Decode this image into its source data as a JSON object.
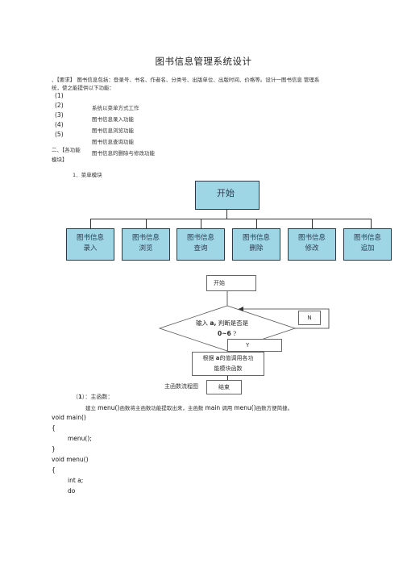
{
  "title": "图书信息管理系统设计",
  "requirement": {
    "line1": "、【要求】 图书信息包括：登录号、书名、作者名、分类号、出版单位、出版时间、价格等。设计一图书信息 管理系",
    "line2": "统，使之能提供以下功能："
  },
  "numbers": [
    "(1)",
    "(2)",
    "(3)",
    "(4)",
    "(5)"
  ],
  "features": [
    "系统以菜单方式工作",
    "图书信息录入功能",
    "图书信息浏览功能",
    "图书信息查询功能",
    "图书信息的删除与修改功能"
  ],
  "section2": {
    "line1": "二、【各功能",
    "line2": "模块】"
  },
  "menu_module_label": "1．菜单模块",
  "tree": {
    "root": "开始",
    "children": [
      [
        "图书信息",
        "录入"
      ],
      [
        "图书信息",
        "浏览"
      ],
      [
        "图书信息",
        "查询"
      ],
      [
        "图书信息",
        "删除"
      ],
      [
        "图书信息",
        "修改"
      ],
      [
        "图书信息",
        "追加"
      ]
    ]
  },
  "flow": {
    "start": "开始",
    "decision_pre": "输入",
    "decision_var": "a,",
    "decision_post": "判断是否是",
    "decision_range": "0~6",
    "decision_q": "?",
    "no": "N",
    "yes": "Y",
    "process_pre": "根据",
    "process_var": "a",
    "process_post": "的值调用各功",
    "process_line2": "能模块函数",
    "end": "结束",
    "caption": "主函数流程图"
  },
  "main_func": {
    "label_pre": "（",
    "label_num": "1",
    "label_post": "）：主函数：",
    "desc_a": "建立",
    "desc_b": "menu()",
    "desc_c": "函数将主函数功能提取出来，主函数",
    "desc_d": "main",
    "desc_e": "调用",
    "desc_f": "menu()",
    "desc_g": "函数方便简捷。"
  },
  "code": [
    "void main()",
    "{",
    "menu();",
    "}",
    "void menu()",
    "{",
    "int a;",
    "do"
  ]
}
